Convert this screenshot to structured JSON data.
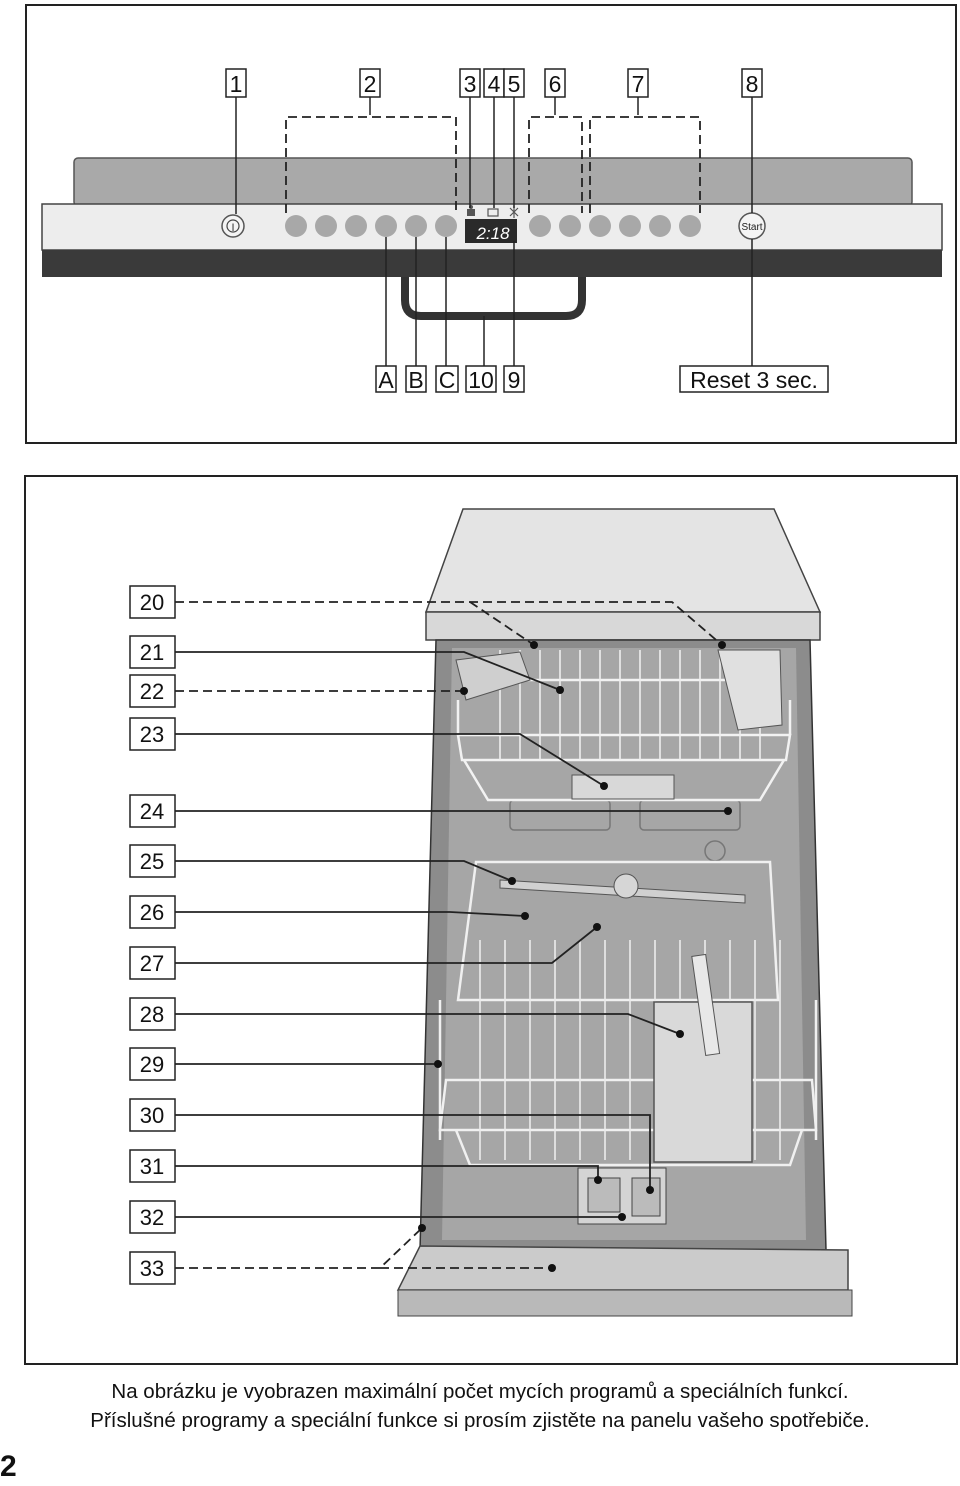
{
  "control_panel": {
    "callouts_top": [
      "1",
      "2",
      "3",
      "4",
      "5",
      "6",
      "7",
      "8"
    ],
    "callouts_bottom": [
      "A",
      "B",
      "C",
      "10",
      "9"
    ],
    "reset_label": "Reset 3 sec.",
    "start_label": "Start",
    "display_value": "2:18",
    "power_symbol": "I"
  },
  "dishwasher": {
    "callouts": [
      "20",
      "21",
      "22",
      "23",
      "24",
      "25",
      "26",
      "27",
      "28",
      "29",
      "30",
      "31",
      "32",
      "33"
    ]
  },
  "caption": {
    "line1": "Na obrázku je vyobrazen maximální počet mycích programů a speciálních funkcí.",
    "line2": "Příslušné programy a speciální funkce si prosím zjistěte na panelu vašeho spotřebiče."
  },
  "page_number": "2",
  "icons": [
    "power-icon",
    "salt-icon",
    "rinse-aid-icon",
    "water-icon"
  ]
}
